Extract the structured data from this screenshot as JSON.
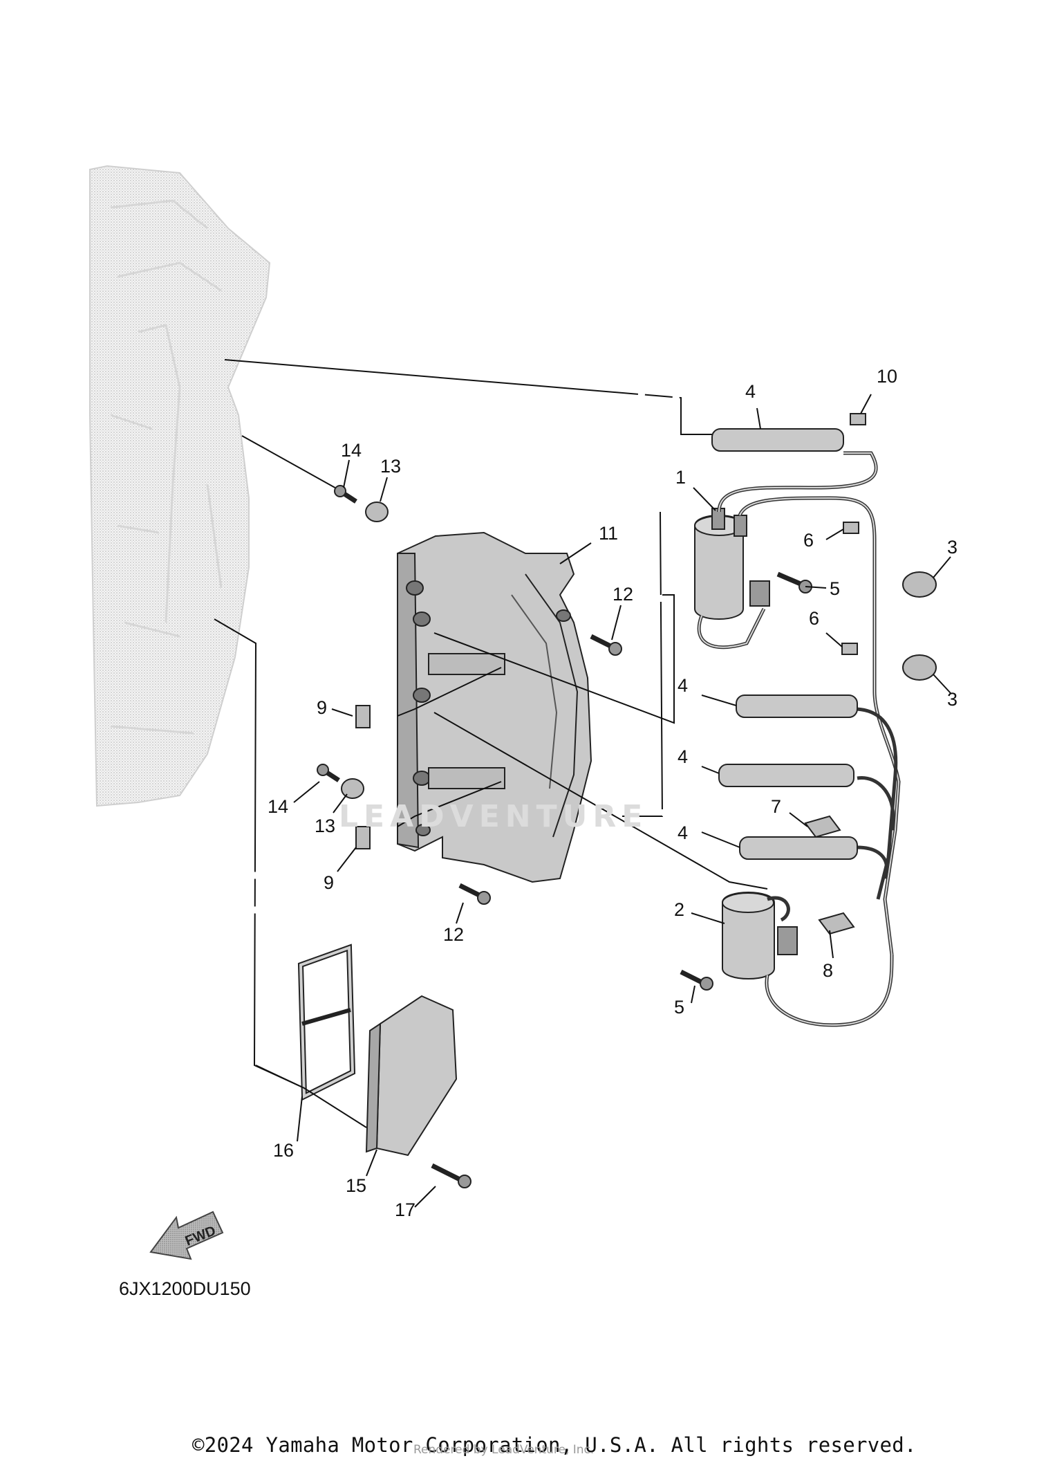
{
  "diagram_code": "6JX1200DU150",
  "fwd_label": "FWD",
  "watermark": "LEADVENTURE",
  "copyright": "©2024 Yamaha Motor Corporation, U.S.A. All rights reserved.",
  "rendered_by": "Rendered by LeadVenture, Inc.",
  "callouts": {
    "c1": "1",
    "c2": "2",
    "c3a": "3",
    "c3b": "3",
    "c4a": "4",
    "c4b": "4",
    "c4c": "4",
    "c4d": "4",
    "c5a": "5",
    "c5b": "5",
    "c6a": "6",
    "c6b": "6",
    "c7": "7",
    "c8": "8",
    "c9a": "9",
    "c9b": "9",
    "c10": "10",
    "c11": "11",
    "c12a": "12",
    "c12b": "12",
    "c13a": "13",
    "c13b": "13",
    "c14a": "14",
    "c14b": "14",
    "c15": "15",
    "c16": "16",
    "c17": "17"
  }
}
